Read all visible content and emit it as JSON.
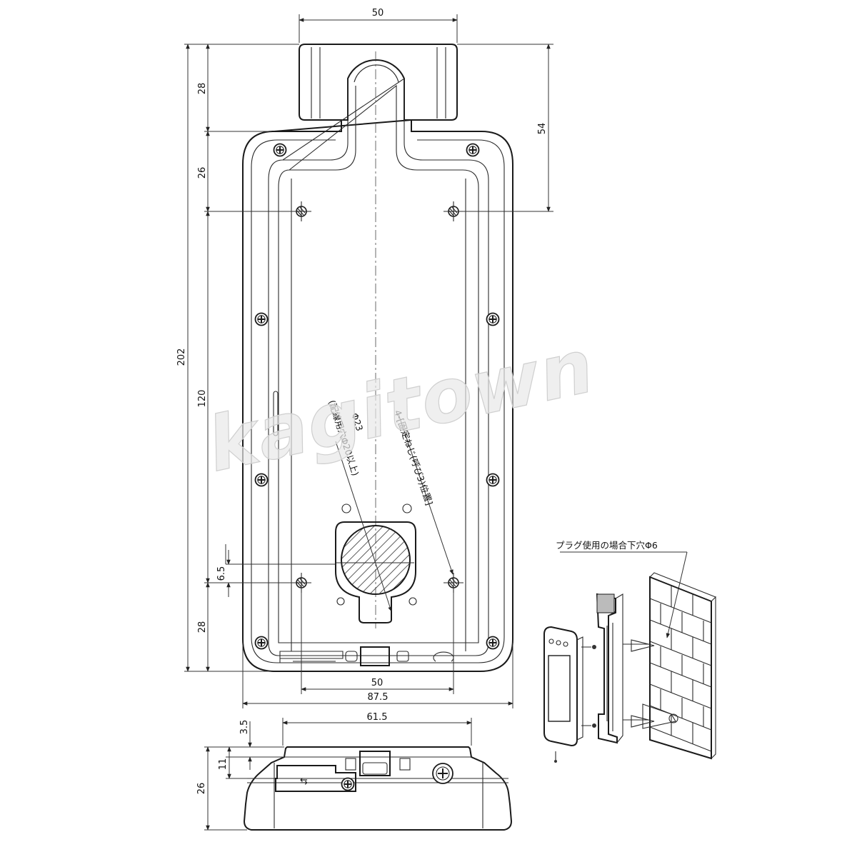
{
  "dimensions": {
    "top_width": "50",
    "top_height": "28",
    "upper_height": "26",
    "right_height": "54",
    "total_height": "202",
    "mid_height": "120",
    "small_offset": "6.5",
    "bottom_height": "28",
    "bottom_inner_width": "50",
    "overall_width": "87.5",
    "side_top_width": "61.5",
    "side_offset": "3.5",
    "side_mid": "11",
    "side_height": "26"
  },
  "annotations": {
    "wire_hole_diameter": "Φ23",
    "wire_hole_label": "(配線用穴Φ20以上)",
    "screw_position_label": "4-[固定ねじ(呼び3)位置]",
    "plug_hole_label": "プラグ使用の場合下穴Φ6"
  },
  "watermark": "kagitown",
  "colors": {
    "line": "#1a1a1a",
    "hatch": "#333333",
    "watermark": "#e0e0e0"
  }
}
